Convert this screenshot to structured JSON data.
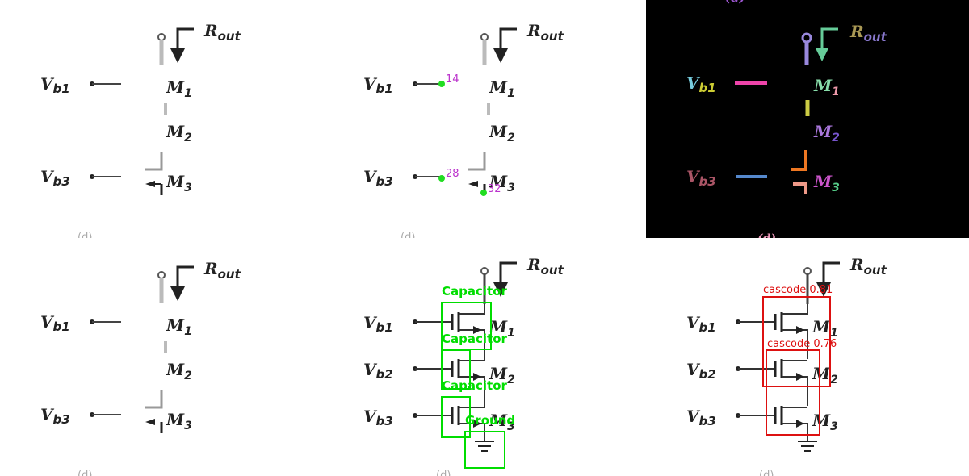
{
  "labels": {
    "rout_r": "R",
    "rout_sub": "out",
    "v": "V",
    "b1": "b1",
    "b2": "b2",
    "b3": "b3",
    "m": "M",
    "m1": "1",
    "m2": "2",
    "m3": "3",
    "caption": "(d)"
  },
  "keypoints": [
    {
      "id": "14",
      "label": "14"
    },
    {
      "id": "28",
      "label": "28"
    },
    {
      "id": "32",
      "label": "32"
    }
  ],
  "detections": [
    {
      "label": "Capacitor"
    },
    {
      "label": "Capacitor"
    },
    {
      "label": "Capacitor"
    },
    {
      "label": "Ground"
    }
  ],
  "predictions": [
    {
      "label": "cascode 0.81"
    },
    {
      "label": "cascode 0.76"
    }
  ],
  "colors": {
    "ink": "#2b2b2b",
    "faint": "#bdbdbd",
    "keypoint": "#22dd22",
    "keypoint_text": "#bb33cc",
    "detection": "#00dd00",
    "prediction": "#dd1111"
  }
}
